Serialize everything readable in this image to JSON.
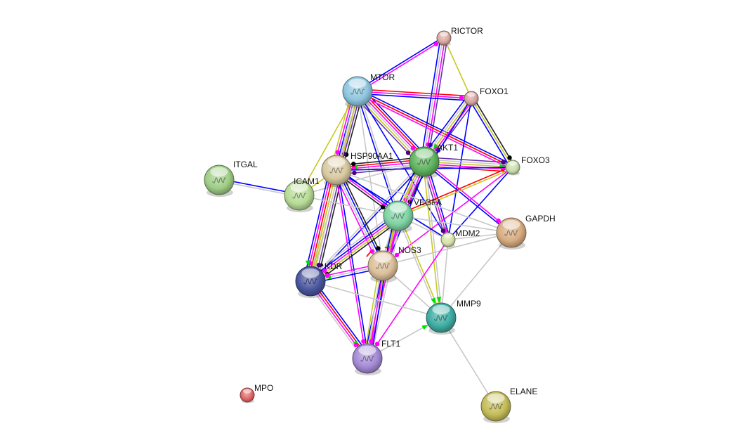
{
  "network": {
    "edge_colors": {
      "textmining": "#c8c823",
      "experiments": "#ff00ff",
      "databases": "#00aaff",
      "coexpression": "#222222",
      "neighborhood": "#00cc00",
      "cooccurrence": "#0000ff",
      "gene_fusion": "#ff0000",
      "homology": "#6633aa",
      "weak": "#bbbbbb",
      "activation": "#00e000",
      "inhibition": "#ff2020",
      "binding": "#3030ee",
      "reaction": "#000000",
      "catalysis": "#800080",
      "ptmod": "#ff00ff",
      "expression": "#ffff00",
      "other": "#aaaaaa"
    },
    "nodes": [
      {
        "id": "RICTOR",
        "label": "RICTOR",
        "color": "#d9a9a0",
        "size": "small",
        "structure": false
      },
      {
        "id": "MTOR",
        "label": "MTOR",
        "color": "#8ec6df",
        "size": "large",
        "structure": true
      },
      {
        "id": "FOXO1",
        "label": "FOXO1",
        "color": "#d4a3a0",
        "size": "small",
        "structure": false
      },
      {
        "id": "AKT1",
        "label": "AKT1",
        "color": "#5fb35f",
        "size": "large",
        "structure": true
      },
      {
        "id": "FOXO3",
        "label": "FOXO3",
        "color": "#c7dcaa",
        "size": "small",
        "structure": false
      },
      {
        "id": "HSP90AA1",
        "label": "HSP90AA1",
        "color": "#d8c9a0",
        "size": "large",
        "structure": true
      },
      {
        "id": "ITGAL",
        "label": "ITGAL",
        "color": "#9fcd86",
        "size": "large",
        "structure": true
      },
      {
        "id": "ICAM1",
        "label": "ICAM1",
        "color": "#b7dc95",
        "size": "large",
        "structure": true
      },
      {
        "id": "VEGFA",
        "label": "VEGFA",
        "color": "#7fd3a3",
        "size": "large",
        "structure": true
      },
      {
        "id": "GAPDH",
        "label": "GAPDH",
        "color": "#d7ac80",
        "size": "large",
        "structure": true
      },
      {
        "id": "MDM2",
        "label": "MDM2",
        "color": "#d4e0a8",
        "size": "small",
        "structure": false
      },
      {
        "id": "NOS3",
        "label": "NOS3",
        "color": "#dcbf9a",
        "size": "large",
        "structure": true
      },
      {
        "id": "KDR",
        "label": "KDR",
        "color": "#4b569e",
        "size": "large",
        "structure": true
      },
      {
        "id": "MMP9",
        "label": "MMP9",
        "color": "#3fada3",
        "size": "large",
        "structure": true
      },
      {
        "id": "FLT1",
        "label": "FLT1",
        "color": "#a58ad6",
        "size": "large",
        "structure": true
      },
      {
        "id": "MPO",
        "label": "MPO",
        "color": "#e06565",
        "size": "small",
        "structure": false
      },
      {
        "id": "ELANE",
        "label": "ELANE",
        "color": "#c4bd5a",
        "size": "large",
        "structure": true
      }
    ],
    "edges": [
      {
        "a": "MTOR",
        "b": "RICTOR",
        "types": [
          "cooccurrence",
          "experiments"
        ]
      },
      {
        "a": "RICTOR",
        "b": "AKT1",
        "types": [
          "homology",
          "experiments",
          "weak",
          "cooccurrence"
        ]
      },
      {
        "a": "RICTOR",
        "b": "FOXO1",
        "types": [
          "textmining"
        ]
      },
      {
        "a": "MTOR",
        "b": "FOXO1",
        "types": [
          "gene_fusion",
          "experiments",
          "cooccurrence"
        ]
      },
      {
        "a": "MTOR",
        "b": "AKT1",
        "types": [
          "cooccurrence",
          "gene_fusion",
          "experiments",
          "weak",
          "textmining",
          "homology"
        ]
      },
      {
        "a": "MTOR",
        "b": "FOXO3",
        "types": [
          "cooccurrence",
          "gene_fusion",
          "experiments"
        ]
      },
      {
        "a": "MTOR",
        "b": "HSP90AA1",
        "types": [
          "coexpression",
          "homology",
          "weak",
          "cooccurrence",
          "experiments",
          "textmining"
        ]
      },
      {
        "a": "MTOR",
        "b": "ICAM1",
        "types": [
          "textmining"
        ]
      },
      {
        "a": "MTOR",
        "b": "VEGFA",
        "types": [
          "weak",
          "cooccurrence"
        ]
      },
      {
        "a": "MTOR",
        "b": "KDR",
        "types": [
          "textmining",
          "weak"
        ]
      },
      {
        "a": "MTOR",
        "b": "NOS3",
        "types": [
          "weak"
        ]
      },
      {
        "a": "MTOR",
        "b": "MDM2",
        "types": [
          "cooccurrence"
        ]
      },
      {
        "a": "FOXO1",
        "b": "AKT1",
        "types": [
          "homology",
          "experiments",
          "textmining",
          "weak",
          "cooccurrence",
          "activation"
        ]
      },
      {
        "a": "FOXO1",
        "b": "FOXO3",
        "types": [
          "coexpression",
          "textmining",
          "cooccurrence"
        ]
      },
      {
        "a": "FOXO1",
        "b": "MDM2",
        "types": [
          "cooccurrence"
        ]
      },
      {
        "a": "FOXO1",
        "b": "VEGFA",
        "types": [
          "cooccurrence"
        ]
      },
      {
        "a": "AKT1",
        "b": "FOXO3",
        "types": [
          "homology",
          "weak",
          "textmining",
          "experiments",
          "gene_fusion",
          "activation"
        ]
      },
      {
        "a": "AKT1",
        "b": "HSP90AA1",
        "types": [
          "homology",
          "weak",
          "activation",
          "experiments",
          "gene_fusion",
          "coexpression"
        ]
      },
      {
        "a": "AKT1",
        "b": "VEGFA",
        "types": [
          "coexpression",
          "weak",
          "experiments",
          "textmining",
          "cooccurrence"
        ]
      },
      {
        "a": "AKT1",
        "b": "MDM2",
        "types": [
          "cooccurrence",
          "experiments",
          "homology",
          "activation"
        ]
      },
      {
        "a": "AKT1",
        "b": "GAPDH",
        "types": [
          "experiments",
          "cooccurrence"
        ]
      },
      {
        "a": "AKT1",
        "b": "NOS3",
        "types": [
          "cooccurrence",
          "experiments",
          "weak",
          "textmining",
          "activation"
        ]
      },
      {
        "a": "AKT1",
        "b": "KDR",
        "types": [
          "cooccurrence",
          "weak"
        ]
      },
      {
        "a": "AKT1",
        "b": "MMP9",
        "types": [
          "weak",
          "textmining",
          "activation"
        ]
      },
      {
        "a": "AKT1",
        "b": "ICAM1",
        "types": [
          "weak"
        ]
      },
      {
        "a": "FOXO3",
        "b": "HSP90AA1",
        "types": [
          "cooccurrence"
        ]
      },
      {
        "a": "FOXO3",
        "b": "VEGFA",
        "types": [
          "textmining",
          "gene_fusion"
        ]
      },
      {
        "a": "FOXO3",
        "b": "NOS3",
        "types": [
          "experiments"
        ]
      },
      {
        "a": "FOXO3",
        "b": "MDM2",
        "types": [
          "cooccurrence"
        ]
      },
      {
        "a": "HSP90AA1",
        "b": "ICAM1",
        "types": [
          "textmining"
        ]
      },
      {
        "a": "HSP90AA1",
        "b": "VEGFA",
        "types": [
          "cooccurrence",
          "experiments",
          "coexpression"
        ]
      },
      {
        "a": "HSP90AA1",
        "b": "NOS3",
        "types": [
          "coexpression",
          "cooccurrence",
          "weak",
          "experiments"
        ]
      },
      {
        "a": "HSP90AA1",
        "b": "KDR",
        "types": [
          "coexpression",
          "homology",
          "weak",
          "textmining",
          "gene_fusion",
          "experiments",
          "cooccurrence"
        ]
      },
      {
        "a": "HSP90AA1",
        "b": "MDM2",
        "types": [
          "cooccurrence"
        ]
      },
      {
        "a": "HSP90AA1",
        "b": "GAPDH",
        "types": [
          "weak"
        ]
      },
      {
        "a": "HSP90AA1",
        "b": "FLT1",
        "types": [
          "cooccurrence",
          "experiments"
        ]
      },
      {
        "a": "ITGAL",
        "b": "ICAM1",
        "types": [
          "cooccurrence",
          "weak"
        ]
      },
      {
        "a": "ICAM1",
        "b": "VEGFA",
        "types": [
          "weak"
        ]
      },
      {
        "a": "ICAM1",
        "b": "NOS3",
        "types": [
          "inhibition"
        ]
      },
      {
        "a": "ICAM1",
        "b": "KDR",
        "types": [
          "activation"
        ]
      },
      {
        "a": "VEGFA",
        "b": "KDR",
        "types": [
          "coexpression",
          "textmining",
          "experiments",
          "cooccurrence",
          "weak"
        ]
      },
      {
        "a": "VEGFA",
        "b": "NOS3",
        "types": [
          "activation",
          "experiments",
          "textmining",
          "weak",
          "inhibition"
        ]
      },
      {
        "a": "VEGFA",
        "b": "FLT1",
        "types": [
          "weak",
          "experiments",
          "textmining",
          "cooccurrence"
        ]
      },
      {
        "a": "VEGFA",
        "b": "MMP9",
        "types": [
          "textmining",
          "weak",
          "activation"
        ]
      },
      {
        "a": "VEGFA",
        "b": "MDM2",
        "types": [
          "weak"
        ]
      },
      {
        "a": "VEGFA",
        "b": "GAPDH",
        "types": [
          "weak"
        ]
      },
      {
        "a": "NOS3",
        "b": "KDR",
        "types": [
          "cooccurrence",
          "weak",
          "experiments",
          "activation"
        ]
      },
      {
        "a": "NOS3",
        "b": "MMP9",
        "types": [
          "weak"
        ]
      },
      {
        "a": "NOS3",
        "b": "FLT1",
        "types": [
          "cooccurrence",
          "experiments",
          "weak",
          "textmining"
        ]
      },
      {
        "a": "NOS3",
        "b": "GAPDH",
        "types": [
          "weak"
        ]
      },
      {
        "a": "MDM2",
        "b": "MMP9",
        "types": [
          "weak"
        ]
      },
      {
        "a": "MDM2",
        "b": "GAPDH",
        "types": [
          "weak"
        ]
      },
      {
        "a": "MDM2",
        "b": "FLT1",
        "types": [
          "experiments"
        ]
      },
      {
        "a": "KDR",
        "b": "FLT1",
        "types": [
          "cooccurrence",
          "gene_fusion",
          "experiments",
          "weak",
          "activation"
        ]
      },
      {
        "a": "KDR",
        "b": "MMP9",
        "types": [
          "weak"
        ]
      },
      {
        "a": "FLT1",
        "b": "MMP9",
        "types": [
          "weak",
          "activation"
        ]
      },
      {
        "a": "MMP9",
        "b": "ELANE",
        "types": [
          "weak"
        ]
      },
      {
        "a": "MMP9",
        "b": "GAPDH",
        "types": [
          "weak"
        ]
      }
    ]
  }
}
